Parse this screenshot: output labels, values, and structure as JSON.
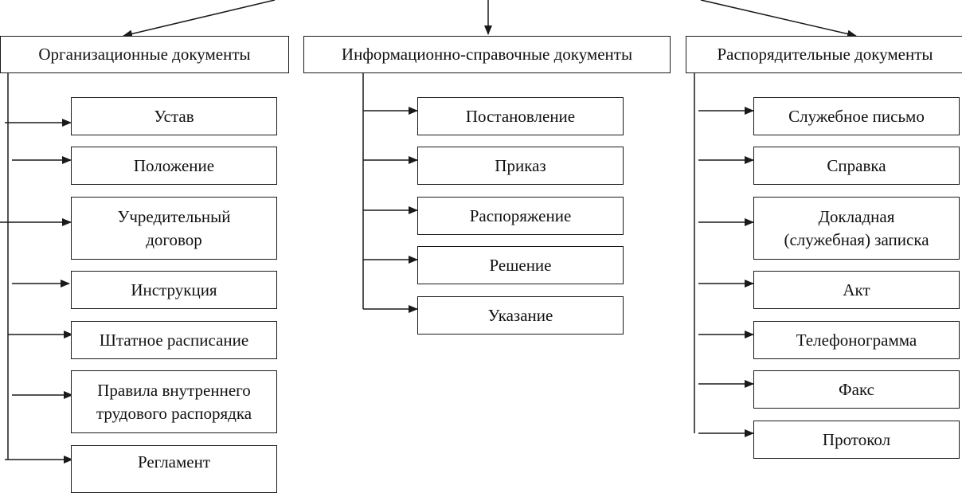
{
  "colors": {
    "line": "#1a1a1a",
    "text": "#111111",
    "background": "#ffffff"
  },
  "columns": [
    {
      "title": "Организационные документы",
      "items": [
        "Устав",
        "Положение",
        "Учредительный\nдоговор",
        "Инструкция",
        "Штатное расписание",
        "Правила внутреннего\nтрудового распорядка",
        "Регламент"
      ]
    },
    {
      "title": "Информационно-справочные документы",
      "items": [
        "Постановление",
        "Приказ",
        "Распоряжение",
        "Решение",
        "Указание"
      ]
    },
    {
      "title": "Распорядительные документы",
      "items": [
        "Служебное письмо",
        "Справка",
        "Докладная\n(служебная) записка",
        "Акт",
        "Телефонограмма",
        "Факс",
        "Протокол"
      ]
    }
  ]
}
